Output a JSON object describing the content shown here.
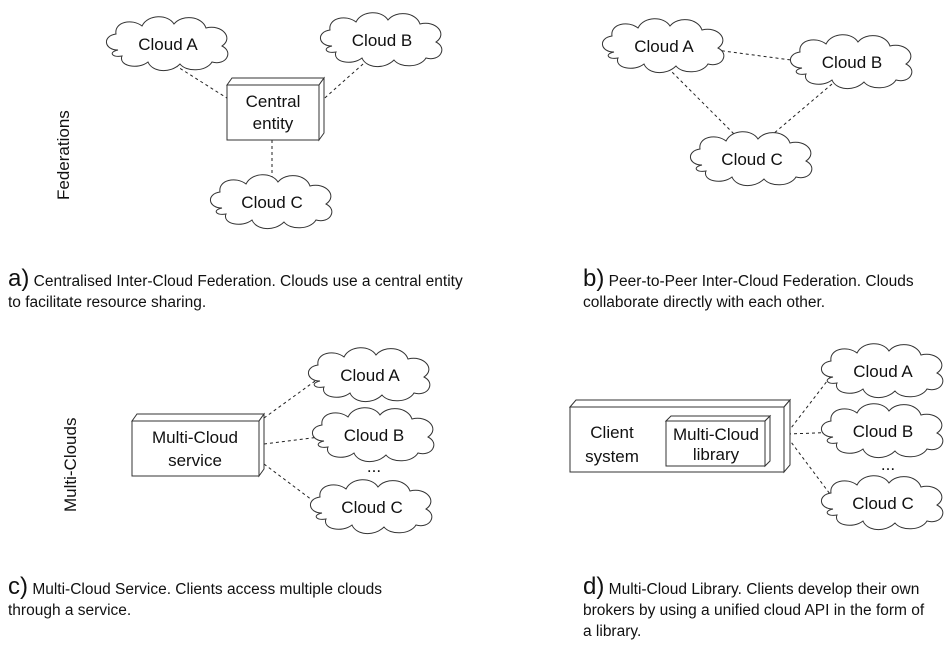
{
  "side_labels": {
    "federations": "Federations",
    "multi_clouds": "Multi-Clouds"
  },
  "panel_a": {
    "cloud_a": "Cloud A",
    "cloud_b": "Cloud B",
    "cloud_c": "Cloud C",
    "entity_line1": "Central",
    "entity_line2": "entity",
    "caption_letter": "a)",
    "caption_text": "Centralised Inter-Cloud Federation. Clouds use a central entity to facilitate resource sharing."
  },
  "panel_b": {
    "cloud_a": "Cloud A",
    "cloud_b": "Cloud B",
    "cloud_c": "Cloud C",
    "caption_letter": "b)",
    "caption_text": "Peer-to-Peer Inter-Cloud Federation. Clouds collaborate directly with each other."
  },
  "panel_c": {
    "cloud_a": "Cloud A",
    "cloud_b": "Cloud B",
    "cloud_c": "Cloud C",
    "ellipsis": "...",
    "service_line1": "Multi-Cloud",
    "service_line2": "service",
    "caption_letter": "c)",
    "caption_text": "Multi-Cloud Service. Clients access multiple clouds through a service."
  },
  "panel_d": {
    "cloud_a": "Cloud A",
    "cloud_b": "Cloud B",
    "cloud_c": "Cloud C",
    "ellipsis": "...",
    "client_line1": "Client",
    "client_line2": "system",
    "library_line1": "Multi-Cloud",
    "library_line2": "library",
    "caption_letter": "d)",
    "caption_text": "Multi-Cloud Library. Clients develop their own brokers by using a unified cloud API in the form of a library."
  }
}
